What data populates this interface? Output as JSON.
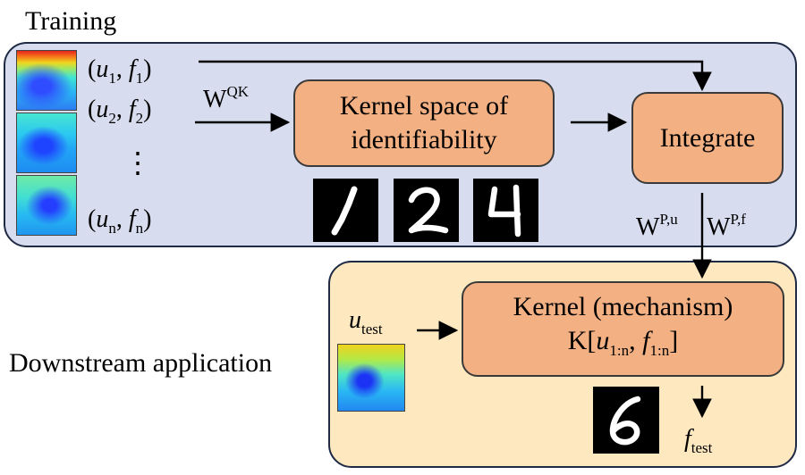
{
  "title_training": "Training",
  "title_downstream": "Downstream application",
  "pairs": {
    "first": "(u1, f1)",
    "second": "(u2, f2)",
    "ellipsis": "⋮",
    "last": "(un, fn)"
  },
  "weights": {
    "qk": "WQK",
    "pu": "WP,u",
    "pf": "WP,f"
  },
  "boxes": {
    "kernel_space": [
      "Kernel space of",
      "identifiability"
    ],
    "integrate": "Integrate",
    "kernel_mechanism": "Kernel (mechanism)",
    "kernel_formula": "K[u1:n, f1:n]"
  },
  "mnist_digits": [
    "1",
    "2",
    "4",
    "6"
  ],
  "u_test": "utest",
  "f_test": "ftest",
  "colors": {
    "training_panel": "#d7ddef",
    "downstream_panel": "#fde8bf",
    "box_fill": "#f2b083"
  }
}
